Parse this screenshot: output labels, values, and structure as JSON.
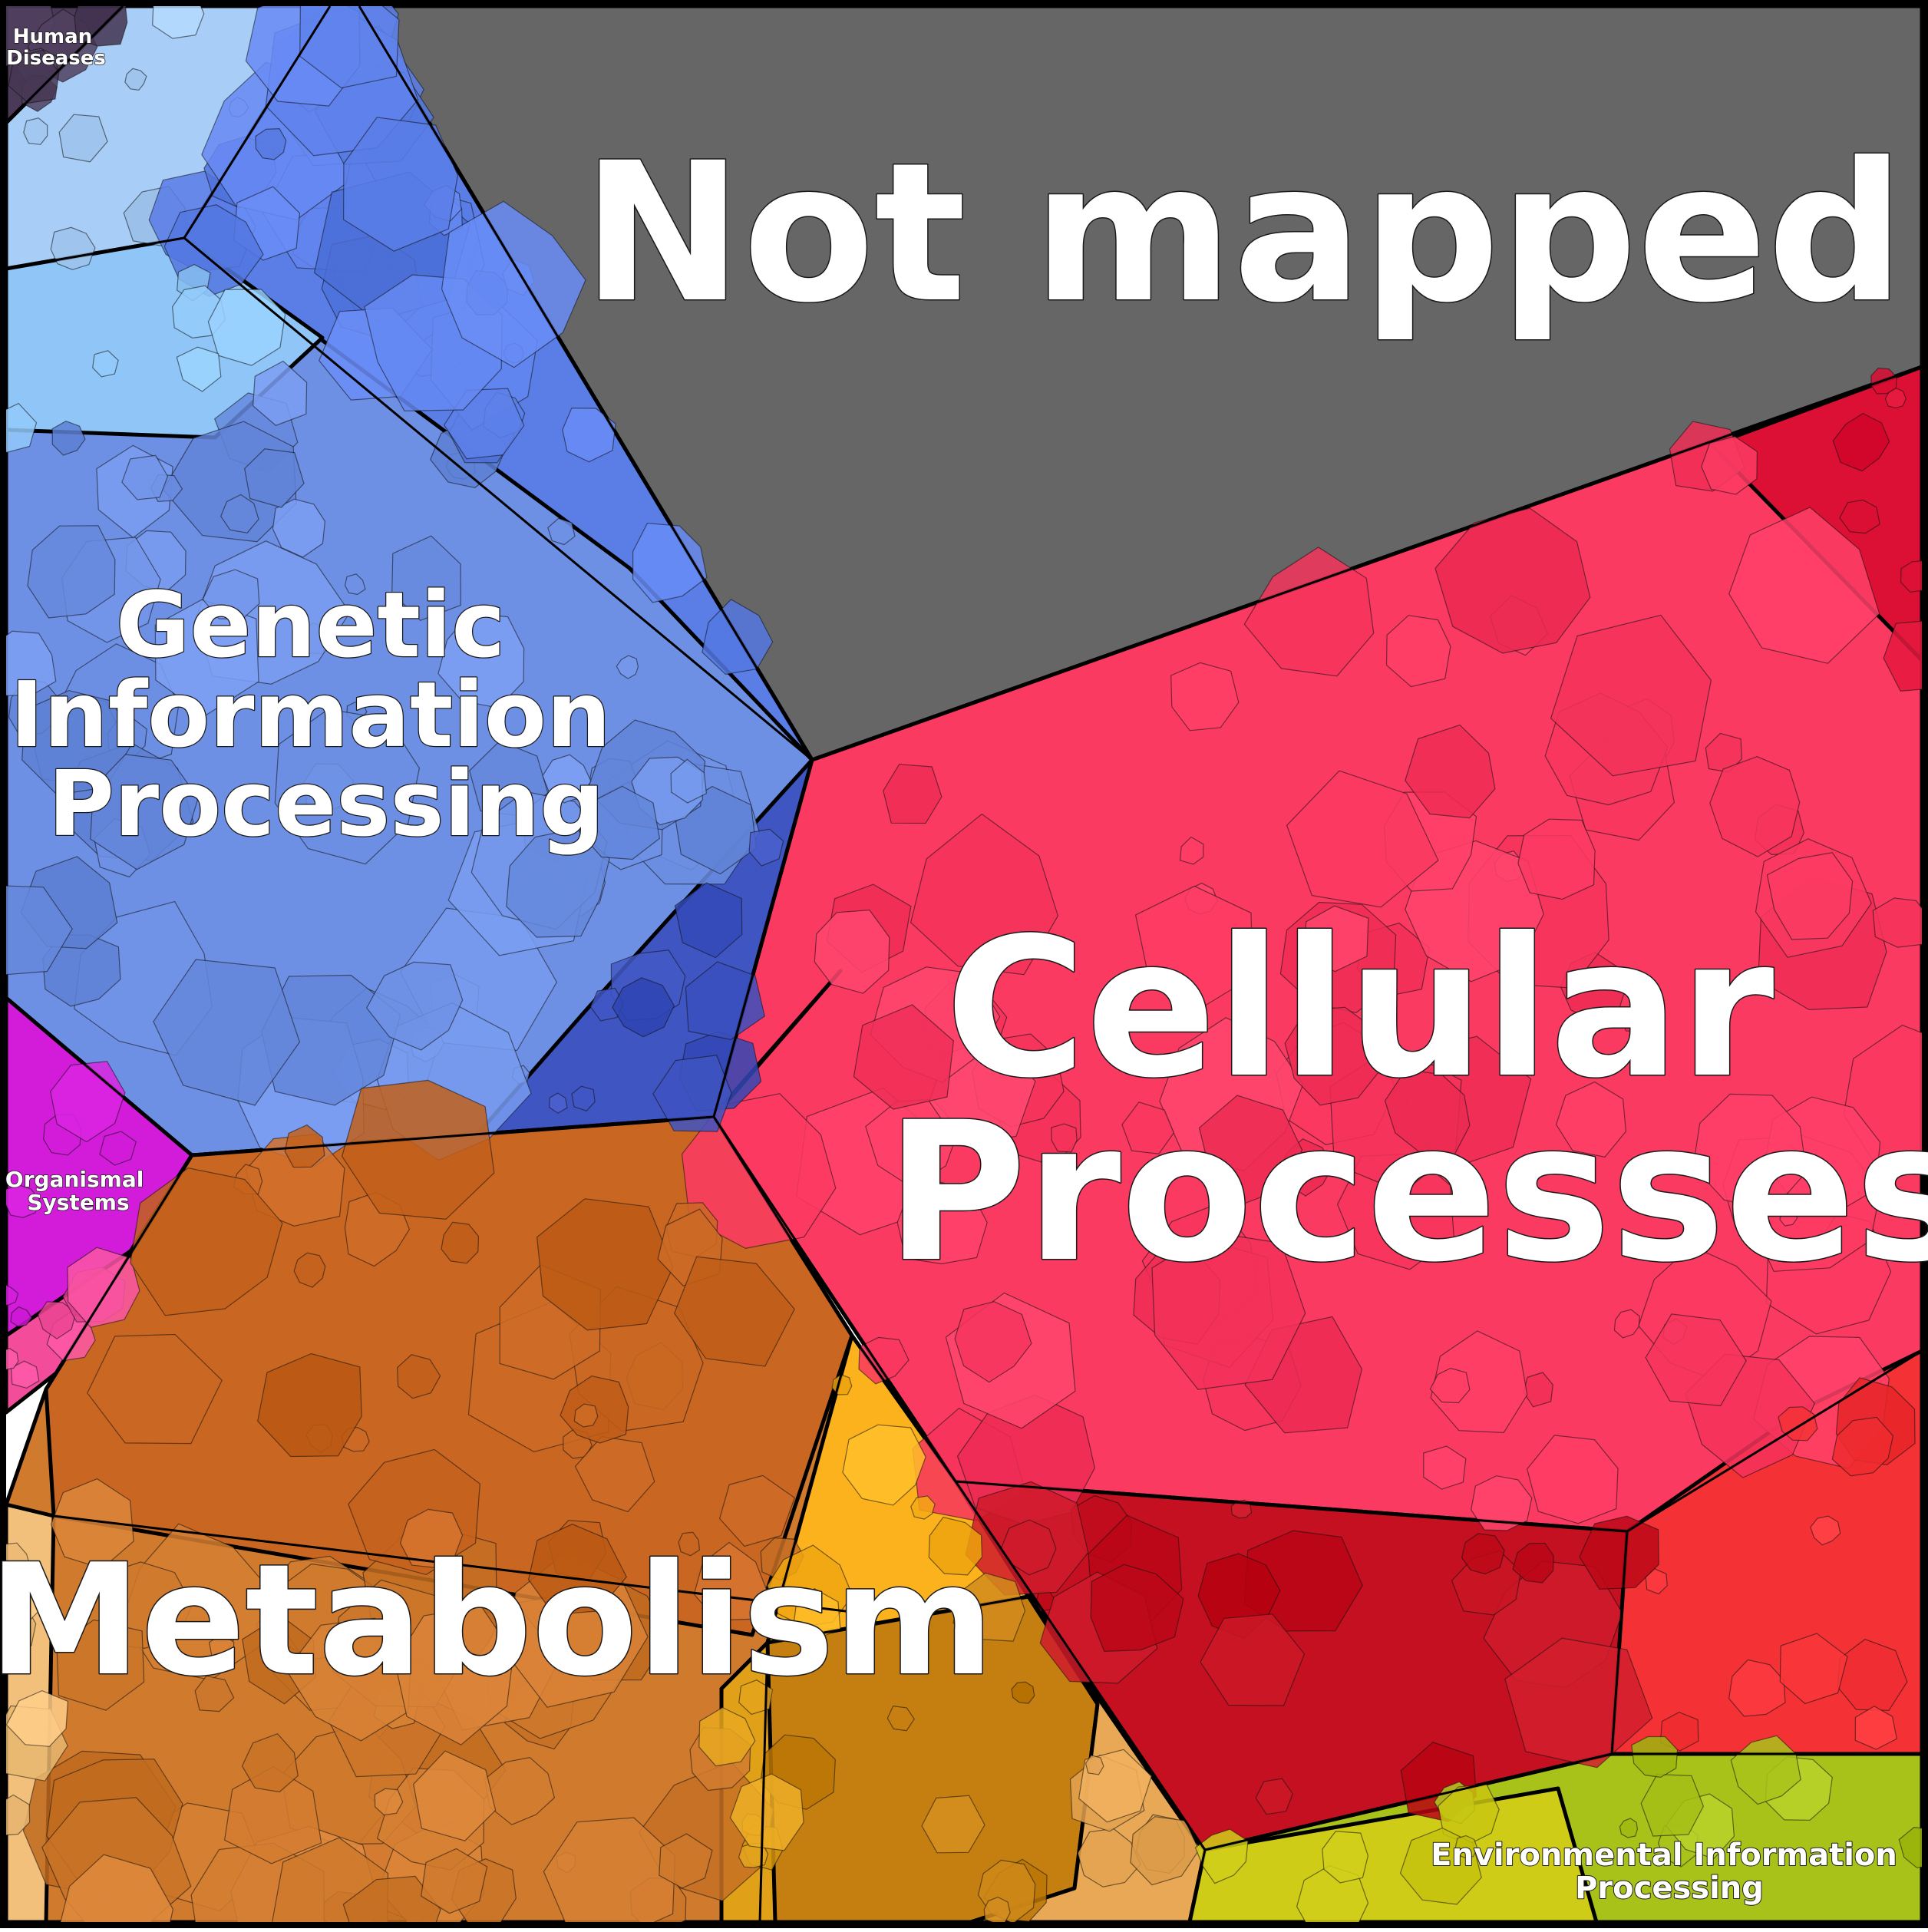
{
  "diagram": {
    "type": "voronoi-treemap",
    "regions": [
      {
        "key": "not_mapped",
        "label": "Not mapped",
        "color": "#666666"
      },
      {
        "key": "cellular",
        "label": "Cellular Processes",
        "label_lines": [
          "Cellular",
          "Processes"
        ],
        "color": "#ff3b64"
      },
      {
        "key": "genetic",
        "label": "Genetic Information Processing",
        "label_lines": [
          "Genetic",
          "Information",
          "Processing"
        ],
        "color": "#6f8fe6"
      },
      {
        "key": "metabolism",
        "label": "Metabolism",
        "color": "#d07a2e"
      },
      {
        "key": "human_diseases",
        "label": "Human Diseases",
        "label_lines": [
          "Human",
          "Diseases"
        ],
        "color": "#4a3a58"
      },
      {
        "key": "organismal",
        "label": "Organismal Systems",
        "label_lines": [
          "Organismal",
          "Systems"
        ],
        "color": "#d21cd9"
      },
      {
        "key": "environmental",
        "label": "Environmental Information Processing",
        "label_lines": [
          "Environmental Information",
          "Processing"
        ],
        "color": "#a8c21a"
      }
    ]
  }
}
